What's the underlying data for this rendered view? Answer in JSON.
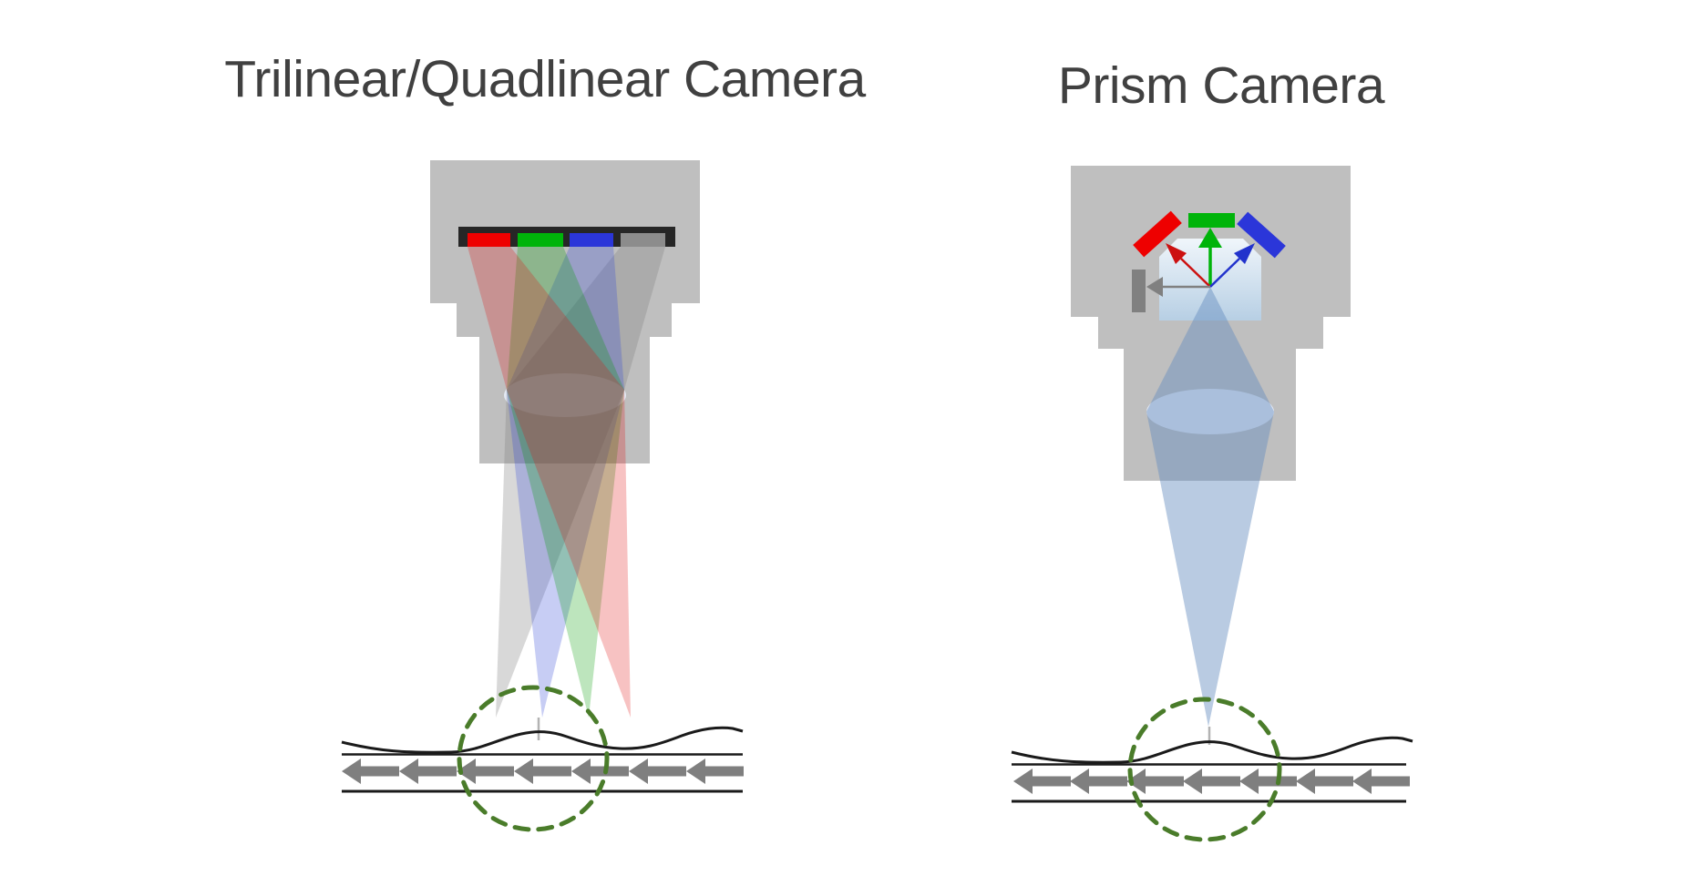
{
  "left_panel": {
    "title": "Trilinear/Quadlinear Camera",
    "camera_type": "line-scan camera with stacked line sensors",
    "sensor_lines": [
      {
        "name": "red-line-sensor",
        "color": "#ee0000"
      },
      {
        "name": "green-line-sensor",
        "color": "#00b40a"
      },
      {
        "name": "blue-line-sensor",
        "color": "#2b36d9"
      },
      {
        "name": "gray-line-sensor",
        "color": "#8c8c8c"
      }
    ],
    "beam_count": 4,
    "conveyor_arrow_count": 7,
    "motion_direction": "left",
    "scan_region_marker": "dashed green circle on object surface"
  },
  "right_panel": {
    "title": "Prism Camera",
    "camera_type": "prism line-scan camera with beam-splitter block",
    "prism_outputs": [
      {
        "name": "red-channel-sensor",
        "color": "#ee0000"
      },
      {
        "name": "green-channel-sensor",
        "color": "#00b40a"
      },
      {
        "name": "blue-channel-sensor",
        "color": "#2b36d9"
      },
      {
        "name": "gray-channel-sensor",
        "color": "#7f7f7f"
      }
    ],
    "beam_count": 1,
    "conveyor_arrow_count": 7,
    "motion_direction": "left",
    "scan_region_marker": "dashed green circle on object surface"
  },
  "colors": {
    "title_text": "#404040",
    "camera_body": "#bfbfbf",
    "sensor_bar": "#262626",
    "chip_red": "#ee0000",
    "chip_green": "#00b40a",
    "chip_blue": "#2b36d9",
    "chip_gray": "#8c8c8c",
    "lens": "#e3e9f4",
    "beam_red": "rgba(225,20,20,0.26)",
    "beam_green": "rgba(0,155,0,0.26)",
    "beam_blue": "rgba(55,75,215,0.28)",
    "beam_gray": "rgba(125,125,125,0.30)",
    "beam_prism": "rgba(100,140,190,0.45)",
    "arrow_red": "#cc1111",
    "arrow_green": "#00b40a",
    "arrow_blue": "#2233cc",
    "arrow_gray": "#808080",
    "conveyor_arrow": "#7f7f7f",
    "surface_line": "#1a1a1a",
    "scan_circle": "#4a7c2a",
    "focus_line": "#b3b3b3"
  }
}
